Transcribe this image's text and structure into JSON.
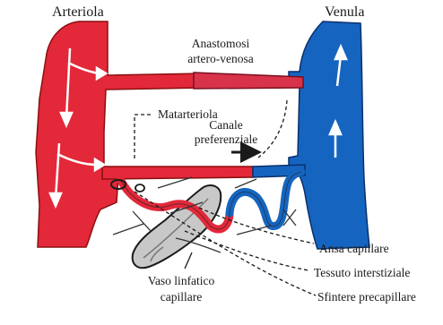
{
  "diagram": {
    "title_left": "Arteriola",
    "title_right": "Venula",
    "labels": {
      "anastomosi_line1": "Anastomosi",
      "anastomosi_line2": "artero-venosa",
      "metarteriola": "Matarteriola",
      "canale_line1": "Canale",
      "canale_line2": "preferenziale",
      "ansa": "Ansa capillare",
      "tessuto": "Tessuto interstiziale",
      "sfintere": "Sfintere precapillare",
      "vaso_line1": "Vaso linfatico",
      "vaso_line2": "capillare"
    },
    "colors": {
      "arterial": "#e3283a",
      "venous": "#1565c0",
      "lymphatic": "#c8c8c8",
      "arrow": "#ffffff",
      "text": "#1a1a1a"
    }
  }
}
